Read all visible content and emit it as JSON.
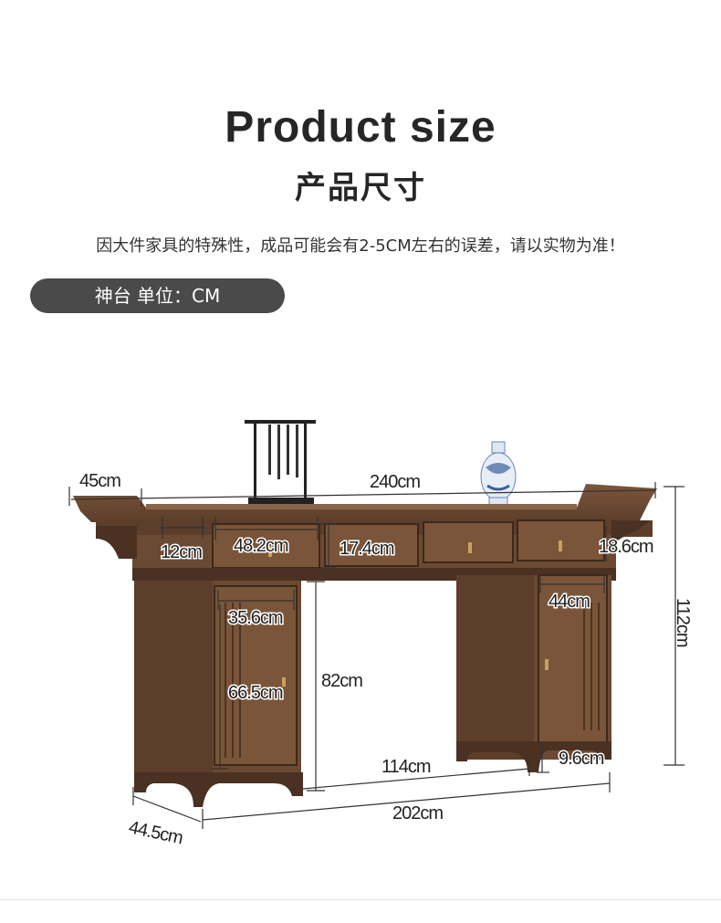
{
  "header": {
    "title": "Product size",
    "subtitle": "产品尺寸"
  },
  "notice": "因大件家具的特殊性，成品可能会有2-5CM左右的误差，请以实物为准！",
  "product_label": "神台  单位：CM",
  "dimensions": {
    "top_depth": "45cm",
    "top_length": "240cm",
    "apron_height": "12cm",
    "left_drawer_width": "48.2cm",
    "middle_drawer_width": "17.4cm",
    "drawer_height": "18.6cm",
    "total_height": "112cm",
    "left_door_width": "35.6cm",
    "left_door_height": "66.5cm",
    "knee_height": "82cm",
    "right_door_width": "44cm",
    "knee_width": "114cm",
    "foot_height": "9.6cm",
    "body_length": "202cm",
    "body_depth": "44.5cm"
  },
  "colors": {
    "wood": "#6b4a33",
    "wood_dark": "#4a3122",
    "pill_bg": "#4a4a4a"
  }
}
